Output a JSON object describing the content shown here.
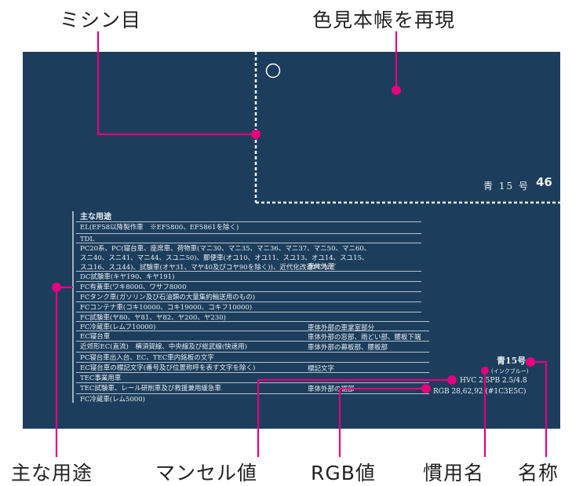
{
  "callouts": {
    "perforation": "ミシン目",
    "reproduction": "色見本帳を再現",
    "usage": "主な用途",
    "munsell": "マンセル値",
    "rgb": "RGB値",
    "common_name": "慣用名",
    "name": "名称"
  },
  "swatch": {
    "background_color": "#1C3E5C",
    "accent_color": "#E6007E",
    "number": "青 15 号",
    "page_number": "46",
    "usage_heading": "主な用途",
    "usage_rows": [
      {
        "text": "EL(EF58以降製作車　※EF5800、EF5861を除く)",
        "note": ""
      },
      {
        "text": "TDL",
        "note": ""
      },
      {
        "text": "PC20系、PC(寝台車、座席車、荷物車(マニ30、マニ35、マニ36、マニ37、マニ50、マニ60、",
        "note": ""
      },
      {
        "text": "スニ40、スニ41、マニ44、スユニ50)、郵便車(オユ10、オユ11、スユ13、オユ14、スユ15、",
        "note": "車体外部"
      },
      {
        "text": "スユ16、スユ44)、試験車(オヤ31、マヤ40及びコヤ90を除く))、近代化改造PCなど",
        "note": ""
      },
      {
        "text": "DC試験車(キヤ190、キヤ191)",
        "note": ""
      },
      {
        "text": "FC有蓋車(ワキ8000、ワサフ8000",
        "note": ""
      },
      {
        "text": "FCタンク車(ガソリン及び石油類の大量集約輸送用のもの)",
        "note": ""
      },
      {
        "text": "FCコンテナ車(コキ10000、コキ19000、コキフ10000)",
        "note": ""
      },
      {
        "text": "FC試験車(ヤ80、ヤ81、ヤ82、ヤ200、ヤ230)",
        "note": ""
      },
      {
        "text": "FC冷蔵車(レムフ10000)",
        "note": "車体外部の車掌室部分"
      },
      {
        "text": "EC寝台車",
        "note": "車体外部の窓部、雨どい部、腰板下端"
      },
      {
        "text": "近郊形EC(直流)　横須賀線、中央線及び総武線(快速用)",
        "note": "車体外部の幕板部、腰板部"
      },
      {
        "text": "PC寝台車出入台、EC、TEC車内銘板の文字",
        "note": ""
      },
      {
        "text": "EC寝台車の標記文字(番号及び位置称呼を表す文字を除く)",
        "note": "標記文字"
      },
      {
        "text": "TEC事業用車",
        "note": ""
      },
      {
        "text": "TEC試験車、レール研削車及び救援兼用緩急車",
        "note": "車体外部の裾部"
      },
      {
        "text": "FC冷蔵車(レム5000)",
        "note": ""
      }
    ],
    "color_name": "青15号",
    "common_name": "(インクブルー)",
    "munsell": "HVC 2.5PB 2.5/4.8",
    "rgb": "RGB 28,62,92 (#1C3E5C)"
  }
}
